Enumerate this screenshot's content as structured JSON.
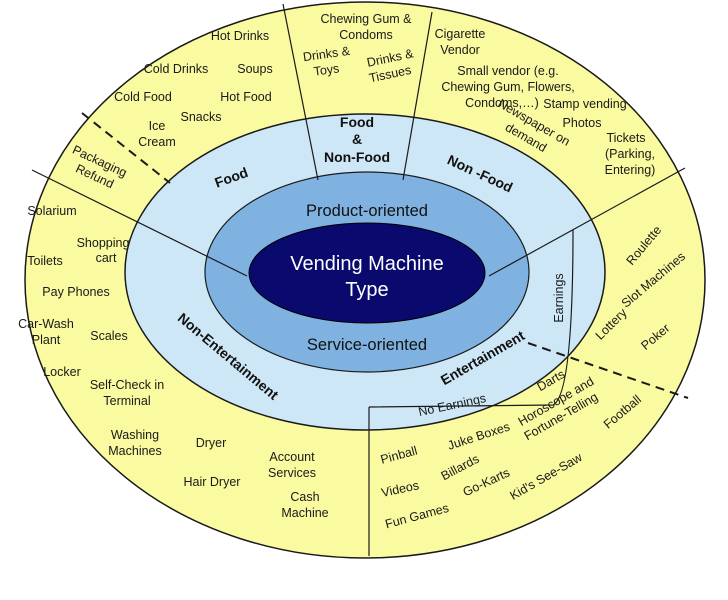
{
  "center": {
    "line1": "Vending Machine",
    "line2": "Type"
  },
  "inner": {
    "top": "Product-oriented",
    "bottom": "Service-oriented"
  },
  "middle": {
    "food": "Food",
    "food_nonfood": {
      "l1": "Food",
      "l2": "&",
      "l3": "Non-Food"
    },
    "nonfood": "Non -Food",
    "non_entertainment": "Non-Entertainment",
    "entertainment": "Entertainment",
    "earnings": "Earnings",
    "no_earnings": "No Earnings"
  },
  "outer": {
    "food_items": [
      "Hot Drinks",
      "Cold Drinks",
      "Soups",
      "Cold Food",
      "Hot Food",
      "Snacks",
      "Ice",
      "Cream",
      "Packaging",
      "Refund"
    ],
    "food_nonfood_items": [
      "Chewing Gum &",
      "Condoms",
      "Drinks &",
      "Toys",
      "Drinks &",
      "Tissues"
    ],
    "nonfood_items": [
      "Cigarette",
      "Vendor",
      "Small vendor (e.g.",
      "Chewing Gum, Flowers,",
      "Condoms,…)",
      "Stamp vending",
      "Photos",
      "Newspaper on",
      "demand",
      "Tickets",
      "(Parking,",
      "Entering)"
    ],
    "non_entertainment_items": [
      "Solarium",
      "Shopping",
      "cart",
      "Toilets",
      "Pay Phones",
      "Car-Wash",
      "Plant",
      "Scales",
      "Locker",
      "Self-Check in",
      "Terminal",
      "Washing",
      "Machines",
      "Dryer",
      "Account",
      "Services",
      "Hair Dryer",
      "Cash",
      "Machine"
    ],
    "earnings_items": [
      "Roulette",
      "Slot Machines",
      "Lottery",
      "Poker"
    ],
    "no_earnings_items": [
      "Darts",
      "Horoscope and",
      "Fortune-Telling",
      "Football",
      "Juke Boxes",
      "Pinball",
      "Billards",
      "Kid's See-Saw",
      "Videos",
      "Go-Karts",
      "Fun Games"
    ]
  },
  "colors": {
    "outer": "#fafaa0",
    "middle": "#cde7f7",
    "inner": "#7fb2e0",
    "center": "#0a0a6e",
    "stroke": "#1a1a1a"
  }
}
